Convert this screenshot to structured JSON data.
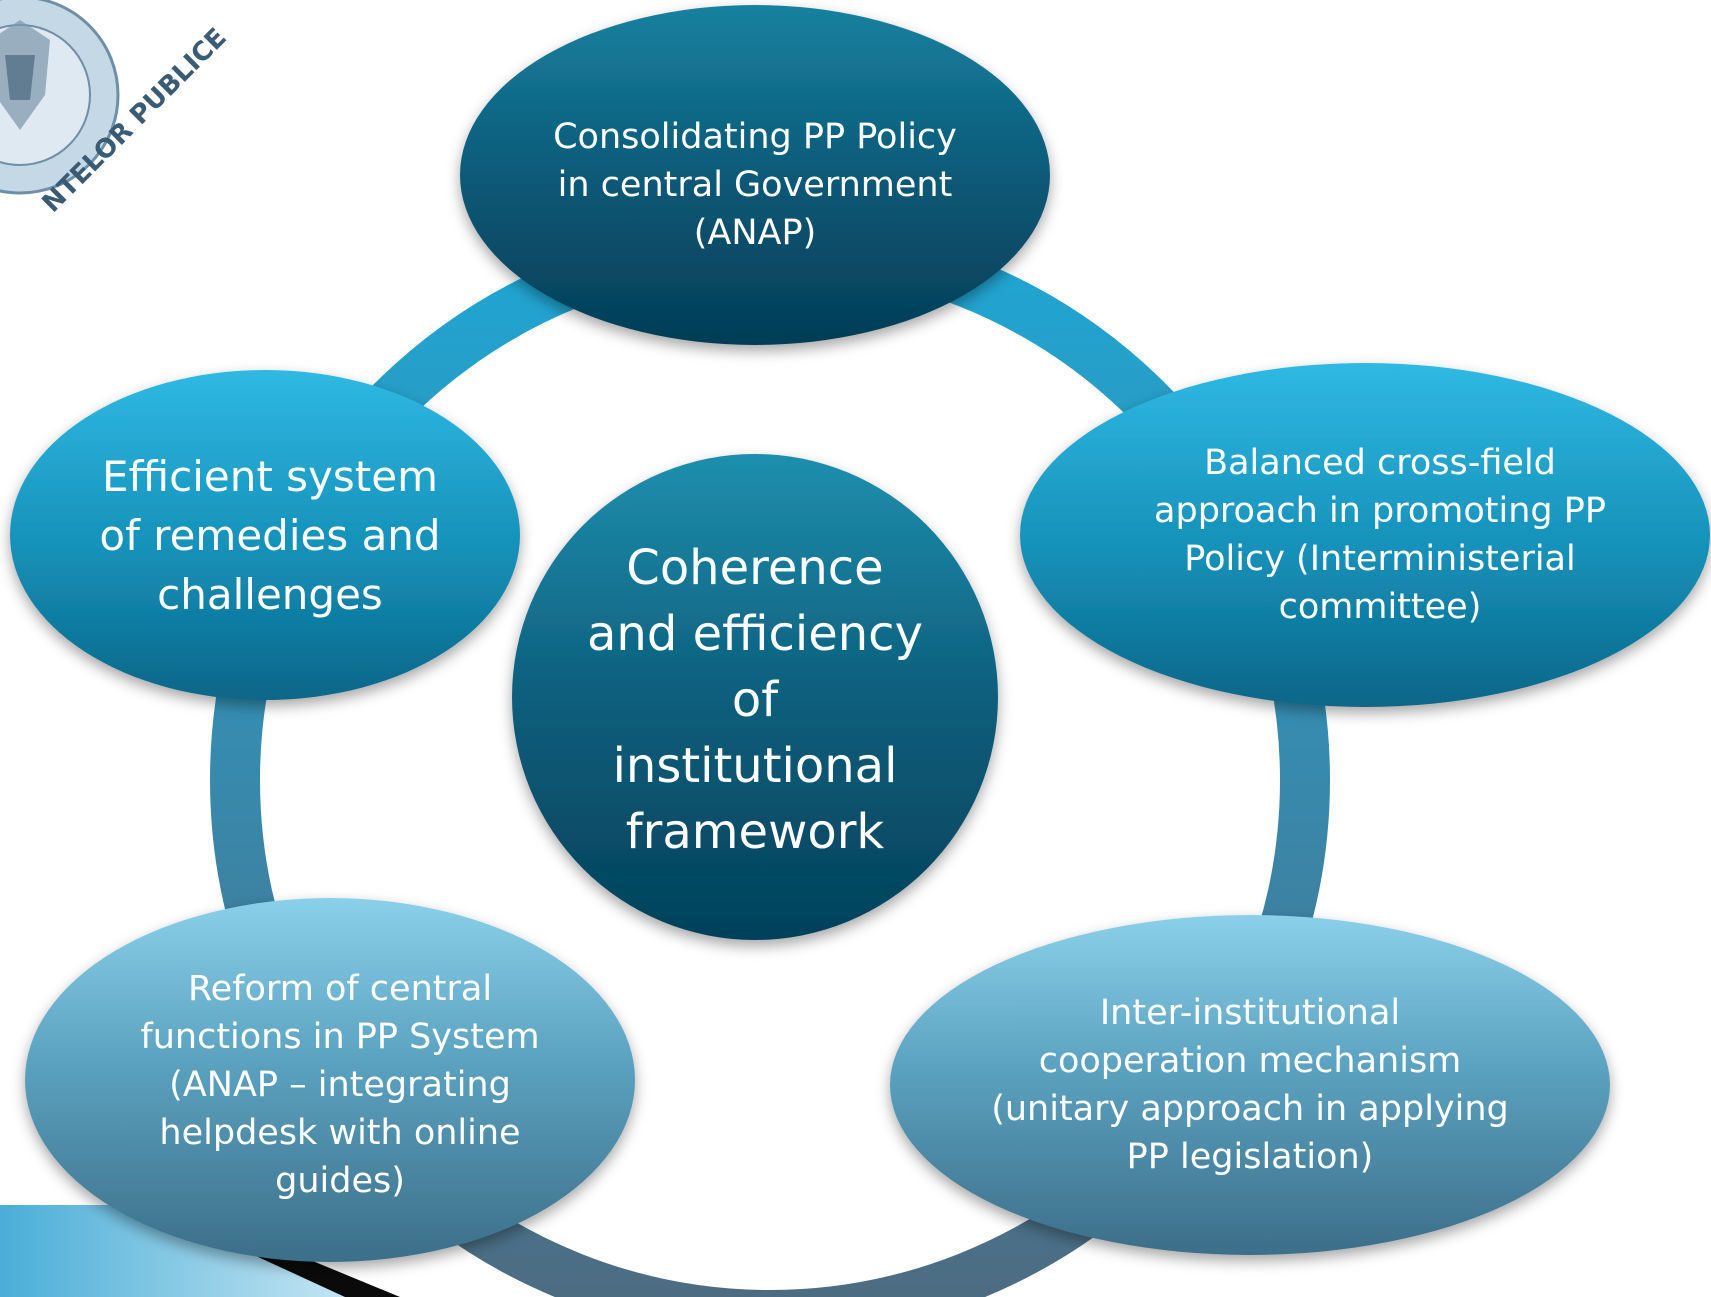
{
  "diagram": {
    "center": {
      "text": "Coherence\nand efficiency\nof\ninstitutional\nframework"
    },
    "nodes": [
      {
        "id": "top",
        "text": "Consolidating PP Policy\nin central Government\n(ANAP)"
      },
      {
        "id": "right",
        "text": "Balanced cross-field\napproach in promoting PP\nPolicy (Interministerial\ncommittee)"
      },
      {
        "id": "bottom-right",
        "text": "Inter-institutional\ncooperation mechanism\n(unitary approach in applying\nPP legislation)"
      },
      {
        "id": "bottom-left",
        "text": "Reform of central\nfunctions in PP System\n(ANAP – integrating\nhelpdesk with online\nguides)"
      },
      {
        "id": "left",
        "text": "Efficient system\nof remedies and\nchallenges"
      }
    ]
  },
  "logo": {
    "partial_text": "NTELOR PUBLICE"
  },
  "colors": {
    "ellipse_dark": "#0b4f6a",
    "ellipse_mid": "#1a86a8",
    "ellipse_light": "#2fb8e0",
    "ring_top": "#1f9cc6",
    "ring_bottom": "#4a6f86",
    "text": "#ffffff"
  }
}
